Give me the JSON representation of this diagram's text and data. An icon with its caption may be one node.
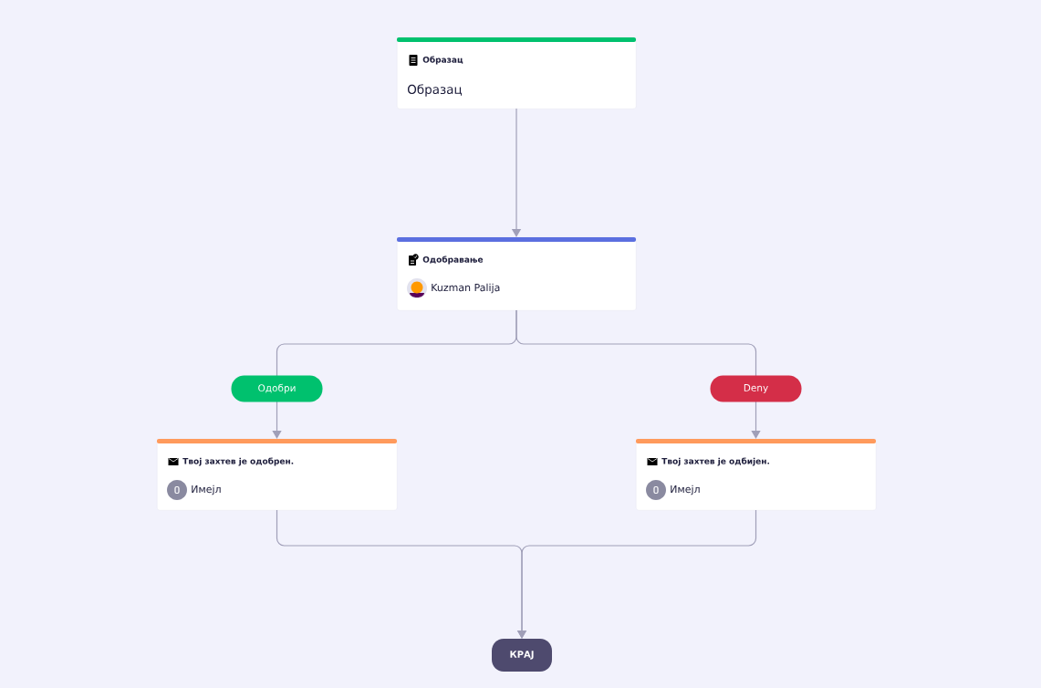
{
  "diagram": {
    "nodes": [
      {
        "text": [
          "Образац",
          "Образац"
        ]
      },
      {
        "text": [
          "Одобравање",
          "Kuzman Palija"
        ]
      },
      {
        "text": [
          "Твој захтев је одобрен.",
          "Имејл"
        ]
      },
      {
        "text": [
          "Твој захтев је одбијен.",
          "Имејл"
        ]
      },
      {
        "text": [
          "КРАЈ"
        ]
      }
    ],
    "edges": [
      {
        "from": 0,
        "to": 1,
        "arrow": "to"
      },
      {
        "from": 1,
        "to": 2,
        "arrow": "to",
        "label": "Одобри"
      },
      {
        "from": 1,
        "to": 3,
        "arrow": "to",
        "label": "Deny"
      },
      {
        "from": 2,
        "to": 4,
        "arrow": "to"
      },
      {
        "from": 3,
        "to": 4,
        "arrow": "to"
      }
    ]
  }
}
